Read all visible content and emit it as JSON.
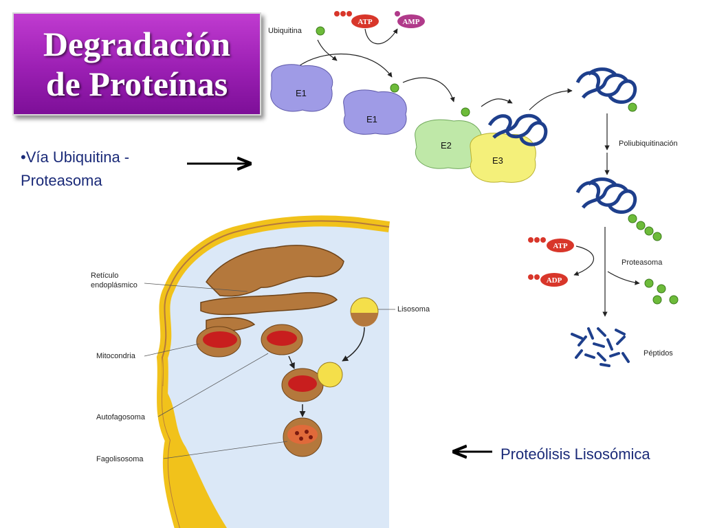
{
  "title": {
    "line1": "Degradación",
    "line2": "de Proteínas"
  },
  "bullet": {
    "line1": "•Vía Ubiquitina -",
    "line2": "Proteasoma"
  },
  "caption": "Proteólisis Lisosómica",
  "ubiquitin_pathway": {
    "ubiquitina": "Ubiquitina",
    "atp": "ATP",
    "amp": "AMP",
    "adp": "ADP",
    "e1": "E1",
    "e2": "E2",
    "e3": "E3",
    "poliubiquitinacion": "Poliubiquitinación",
    "proteasoma": "Proteasoma",
    "peptidos": "Péptidos"
  },
  "lysosome_pathway": {
    "reticulo_line1": "Retículo",
    "reticulo_line2": "endoplásmico",
    "mitocondria": "Mitocondria",
    "autofagosoma": "Autofagosoma",
    "fagolisosoma": "Fagolisosoma",
    "lisosoma": "Lisosoma"
  },
  "colors": {
    "title_bg": "#9b1fb3",
    "text_blue": "#1a2a78",
    "e1": "#9f9be6",
    "e2": "#bfe8a8",
    "e3": "#f4f07a",
    "ubiquitin": "#6dbb3a",
    "atp": "#d8362a",
    "amp": "#b03a8a",
    "protein": "#1e3f8c",
    "organelle": "#b4783c",
    "cytoplasm": "#f1c21b"
  }
}
